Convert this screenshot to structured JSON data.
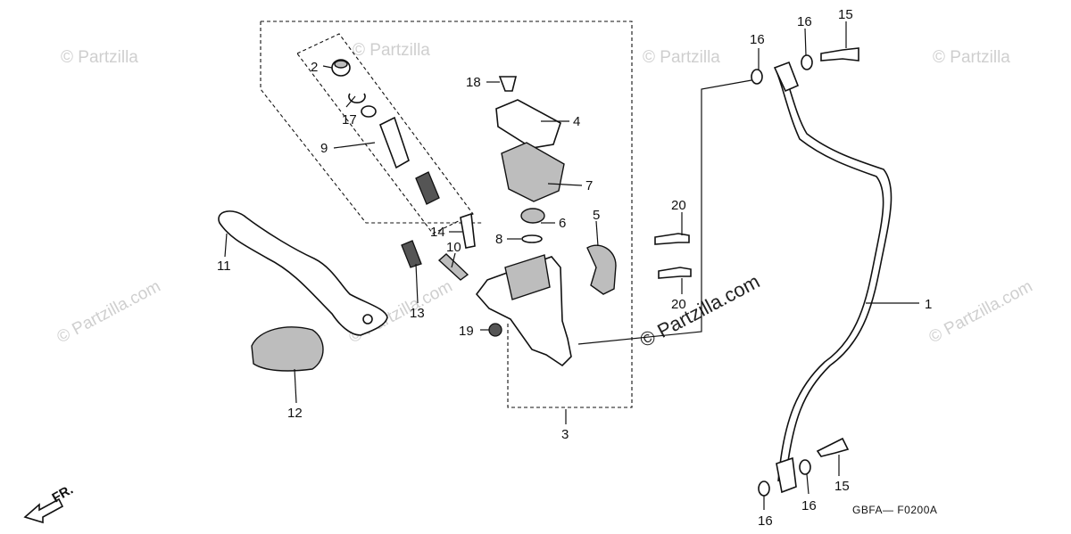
{
  "watermarks": {
    "partzilla": "© Partzilla",
    "partzilla_com": "© Partzilla.com"
  },
  "callouts": {
    "c1": "1",
    "c2": "2",
    "c3": "3",
    "c4": "4",
    "c5": "5",
    "c6": "6",
    "c7": "7",
    "c8": "8",
    "c9": "9",
    "c10": "10",
    "c11": "11",
    "c12": "12",
    "c13": "13",
    "c14": "14",
    "c15a": "15",
    "c15b": "15",
    "c16a": "16",
    "c16b": "16",
    "c16c": "16",
    "c16d": "16",
    "c17": "17",
    "c18": "18",
    "c19": "19",
    "c20a": "20",
    "c20b": "20"
  },
  "direction_label": "FR.",
  "diagram_code": "GBFA— F0200A"
}
